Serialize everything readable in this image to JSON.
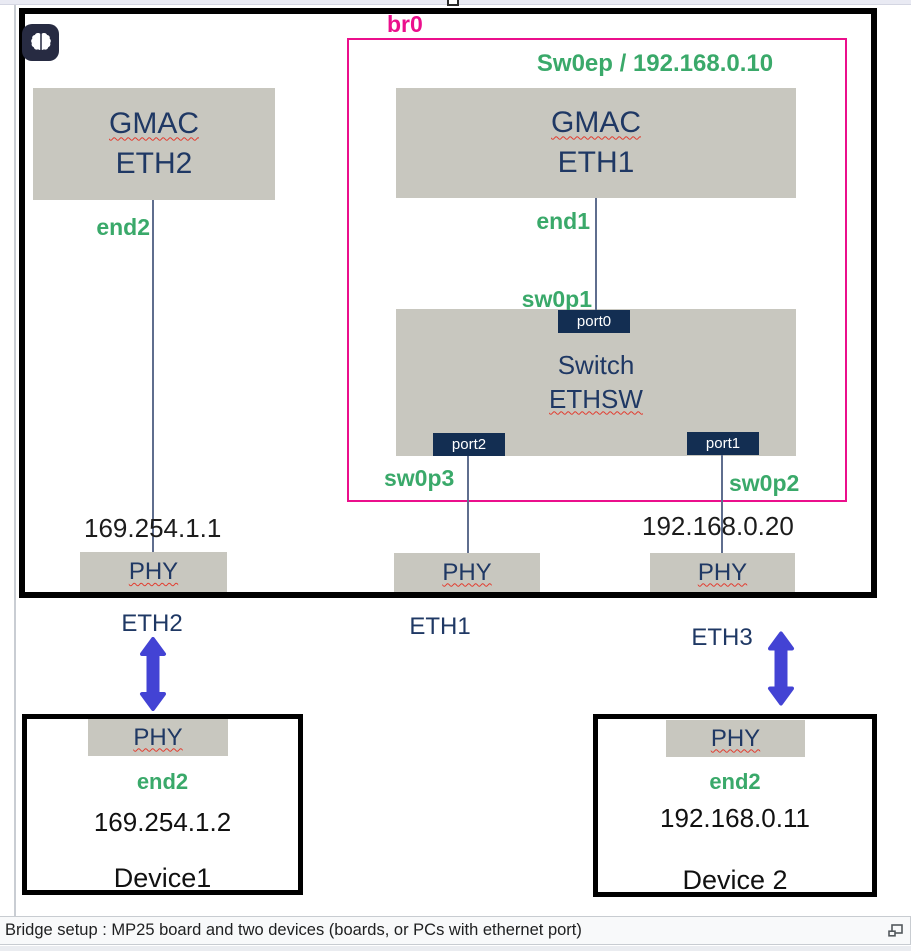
{
  "colors": {
    "bridge_magenta": "#eb0f8c",
    "interface_green": "#3aa96a",
    "label_navy": "#1f3864",
    "box_gray": "#c8c7bf",
    "port_navy": "#132e52",
    "arrow_blue": "#4343d4",
    "connector_slate": "#5f6e8e"
  },
  "board": {
    "bridge": {
      "label": "br0",
      "endpoint_label": "Sw0ep / 192.168.0.10"
    },
    "gmac_left": {
      "title": "GMAC",
      "subtitle": "ETH2",
      "iface": "end2",
      "ip": "169.254.1.1",
      "phy": "PHY"
    },
    "gmac_right": {
      "title": "GMAC",
      "subtitle": "ETH1",
      "iface": "end1"
    },
    "switch": {
      "title": "Switch",
      "subtitle": "ETHSW",
      "port0": "port0",
      "port1": "port1",
      "port2": "port2",
      "sw0p1": "sw0p1",
      "sw0p2": "sw0p2",
      "sw0p3": "sw0p3",
      "right_ip": "192.168.0.20",
      "mid_phy": "PHY",
      "right_phy": "PHY"
    }
  },
  "external_ports": {
    "eth2": "ETH2",
    "eth1": "ETH1",
    "eth3": "ETH3"
  },
  "devices": [
    {
      "phy": "PHY",
      "iface": "end2",
      "ip": "169.254.1.2",
      "name": "Device1"
    },
    {
      "phy": "PHY",
      "iface": "end2",
      "ip": "192.168.0.11",
      "name": "Device 2"
    }
  ],
  "caption": {
    "text": "Bridge setup : MP25 board and two devices (boards, or PCs with ethernet port)"
  }
}
